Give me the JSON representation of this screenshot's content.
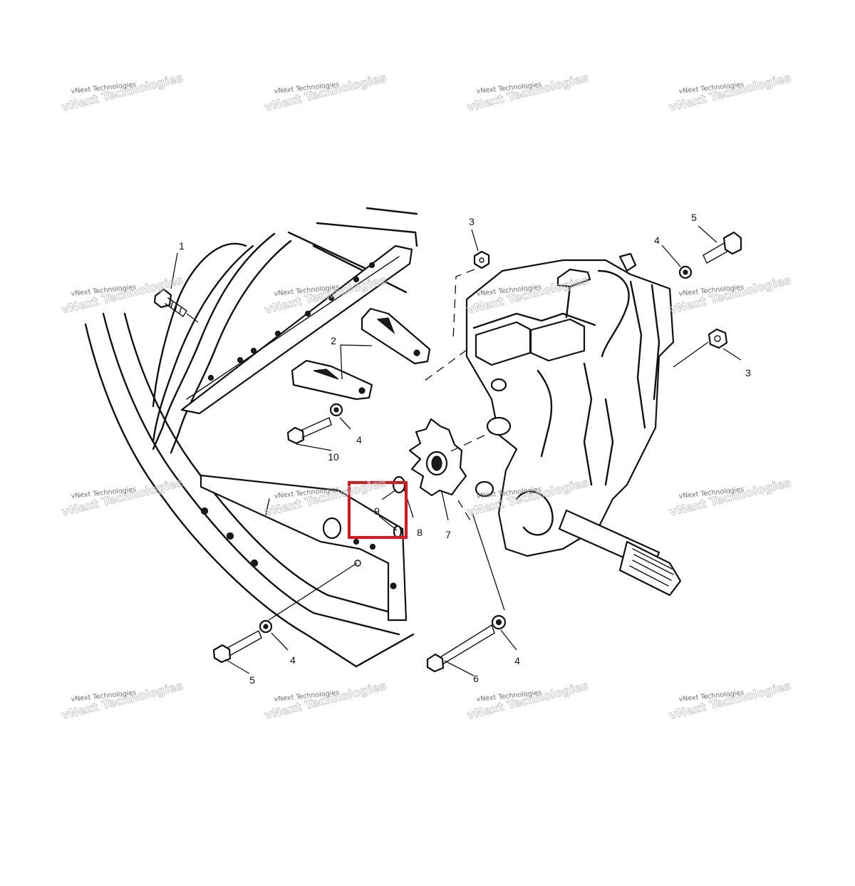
{
  "watermark": {
    "line1": "vNext Technologies",
    "line2": "vNext Technologies"
  },
  "callouts": {
    "c1": "1",
    "c2": "2",
    "c3a": "3",
    "c3b": "3",
    "c4a": "4",
    "c4b": "4",
    "c4c": "4",
    "c4d": "4",
    "c5a": "5",
    "c5b": "5",
    "c6": "6",
    "c7": "7",
    "c8": "8",
    "c9": "9",
    "c10": "10"
  },
  "highlight": {
    "color": "#e0141c",
    "target_callout": "9"
  }
}
